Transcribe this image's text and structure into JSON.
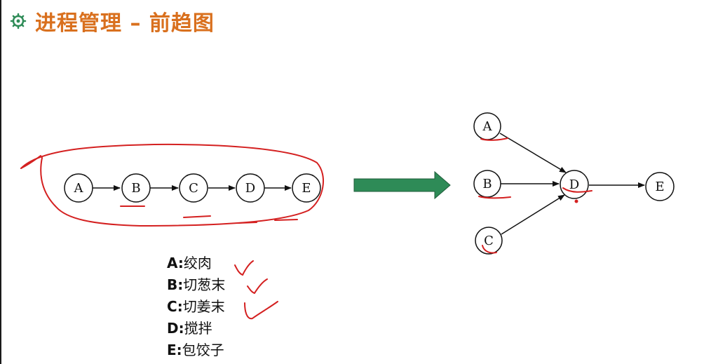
{
  "title": "进程管理 – 前趋图",
  "sequence": {
    "nodes": [
      "A",
      "B",
      "C",
      "D",
      "E"
    ]
  },
  "parallel": {
    "sources": [
      "A",
      "B",
      "C"
    ],
    "join": "D",
    "sink": "E"
  },
  "legend": [
    {
      "key": "A",
      "sep": ":",
      "text": "绞肉"
    },
    {
      "key": "B",
      "sep": ":",
      "text": "切葱末"
    },
    {
      "key": "C",
      "sep": ":",
      "text": "切姜末"
    },
    {
      "key": "D",
      "sep": ":",
      "text": "搅拌"
    },
    {
      "key": "E",
      "sep": ":",
      "text": "包饺子"
    }
  ],
  "colors": {
    "title": "#d9701e",
    "annotation": "#d42020",
    "transform_arrow": "#2e8b57"
  },
  "icons": {
    "title_bullet": "gear-bullet-icon"
  }
}
